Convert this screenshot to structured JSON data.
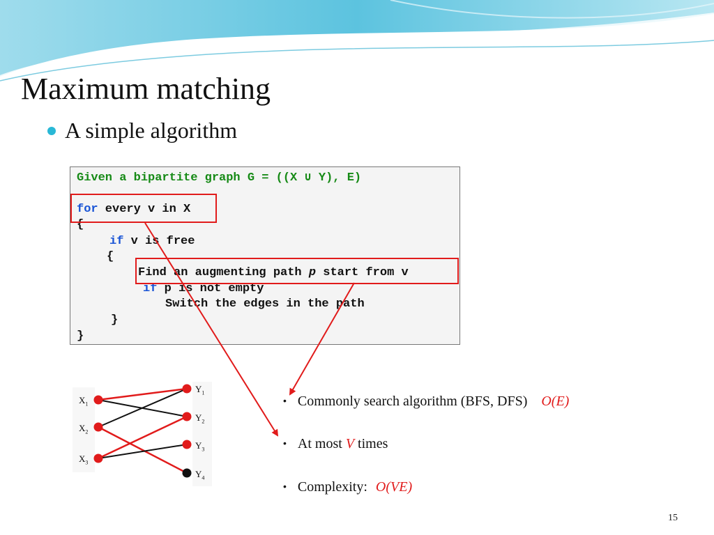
{
  "slide": {
    "title": "Maximum matching",
    "subtitle": "A simple algorithm",
    "page_number": "15",
    "colors": {
      "accent_teal": "#29b8d6",
      "highlight_red": "#e11b1b",
      "keyword_blue": "#1a55d6",
      "header_green": "#168a16"
    }
  },
  "code": {
    "header": "Given a bipartite graph G = ((X ∪ Y), E)",
    "line_for_kw": "for",
    "line_for_rest": " every v in X",
    "open_brace": "{",
    "if_kw": "if",
    "if_rest": " v is free",
    "inner_open": "{",
    "find_pre": "Find an augmenting path ",
    "find_p": "p",
    "find_post": " start from v",
    "if2_kw": "if",
    "if2_rest": " p is not empty",
    "switch_line": "Switch the edges in the path",
    "inner_close": "}",
    "close_brace": "}"
  },
  "graph": {
    "left_nodes": [
      {
        "letter": "X",
        "sub": "1"
      },
      {
        "letter": "X",
        "sub": "2"
      },
      {
        "letter": "X",
        "sub": "3"
      }
    ],
    "right_nodes": [
      {
        "letter": "Y",
        "sub": "1"
      },
      {
        "letter": "Y",
        "sub": "2"
      },
      {
        "letter": "Y",
        "sub": "3"
      },
      {
        "letter": "Y",
        "sub": "4"
      }
    ]
  },
  "bullets": [
    {
      "text": "Commonly search algorithm (BFS, DFS)",
      "emph": "O(E)"
    },
    {
      "text_pre": "At most ",
      "emph": "V",
      "text_post": " times"
    },
    {
      "text": "Complexity:",
      "emph": "O(VE)"
    }
  ]
}
